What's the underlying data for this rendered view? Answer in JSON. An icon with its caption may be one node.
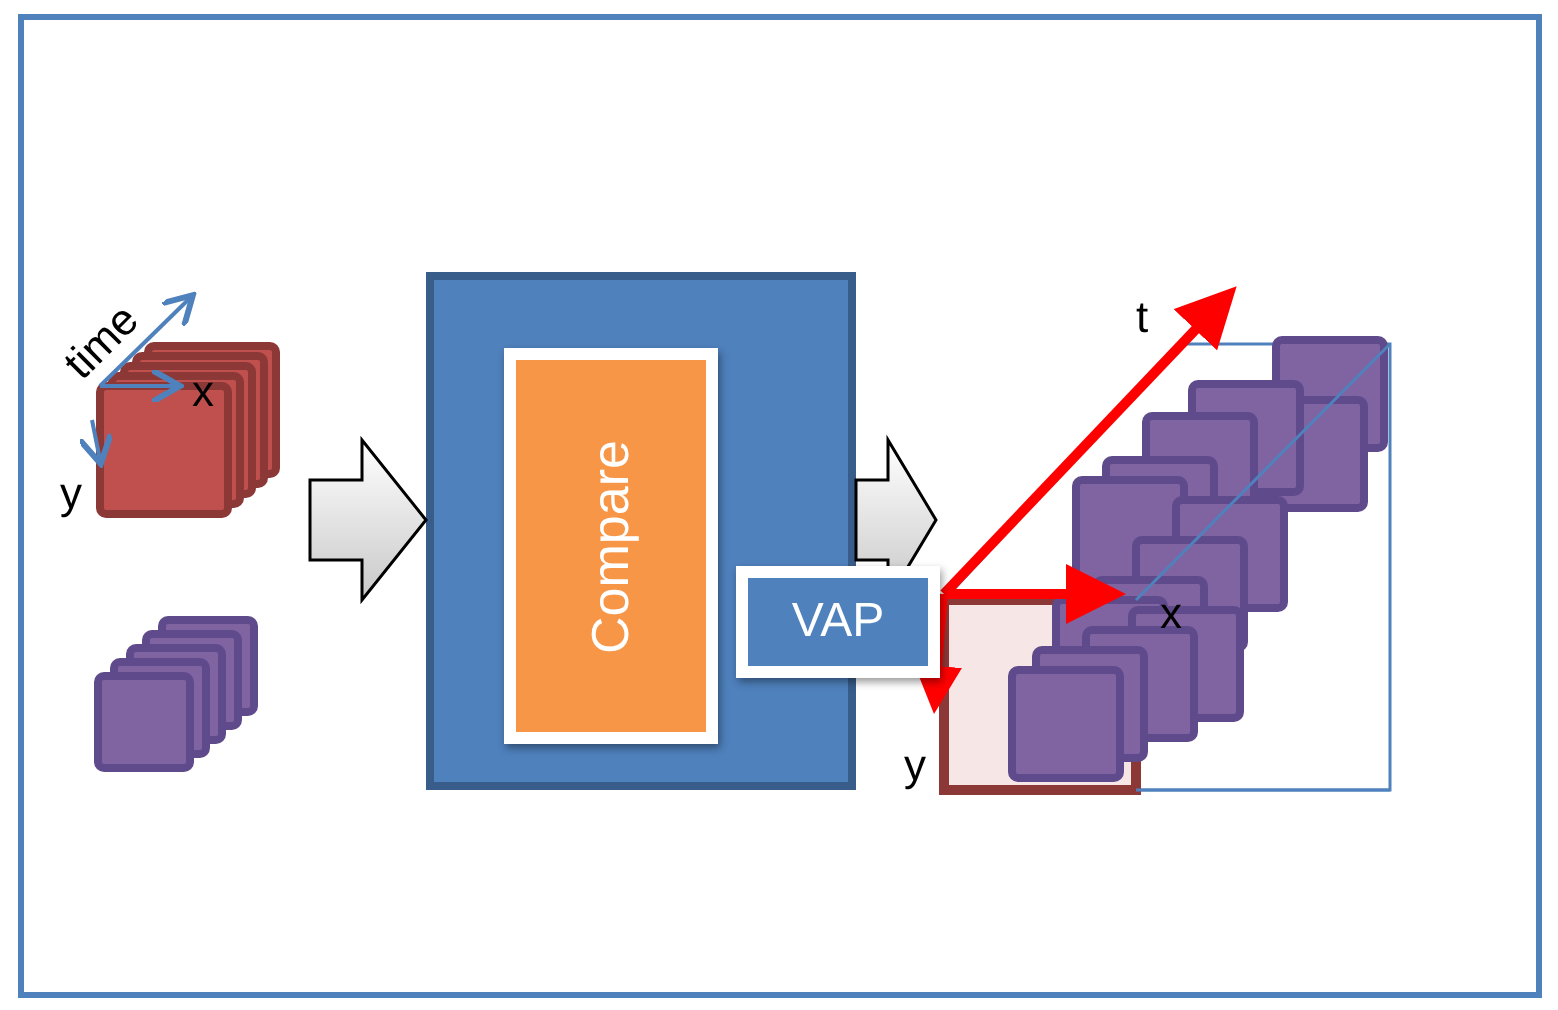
{
  "diagram": {
    "nodes": [
      {
        "text": [],
        "shape": "picture"
      },
      {
        "text": [],
        "shape": "picture"
      },
      {
        "text": [],
        "shape": "box"
      },
      {
        "text": [
          "Compare"
        ],
        "in": 2
      },
      {
        "text": [
          "VAP"
        ]
      },
      {
        "text": [],
        "shape": "picture"
      }
    ],
    "edges": [
      {
        "from": 0,
        "to": 2,
        "arrow": "to"
      },
      {
        "from": 2,
        "to": 5,
        "arrow": "to"
      }
    ],
    "labels": [
      "time",
      "x",
      "y",
      "t",
      "x",
      "y"
    ]
  }
}
